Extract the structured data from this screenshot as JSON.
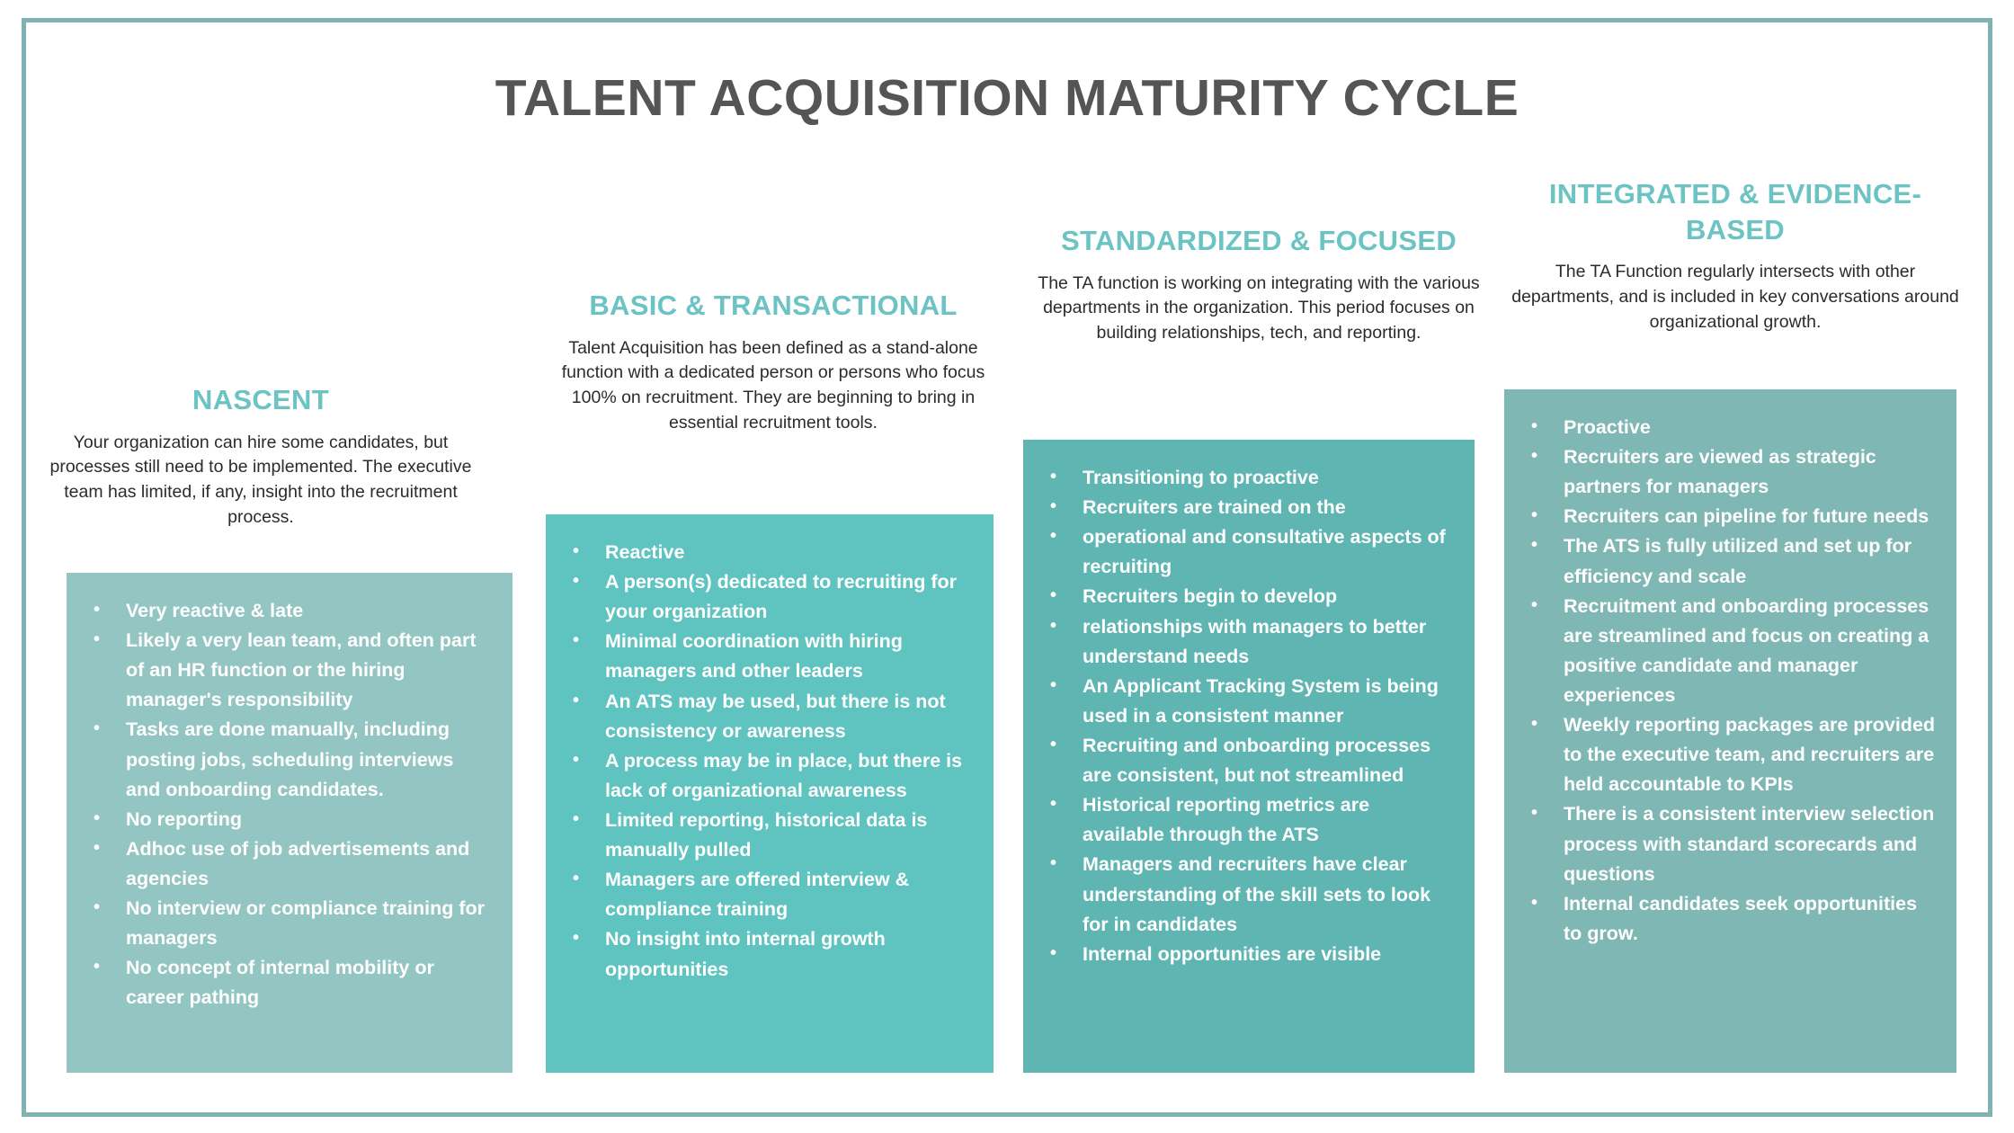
{
  "document": {
    "title": "TALENT ACQUISITION MATURITY CYCLE",
    "accent_heading_color": "#6cc3c3",
    "frame_color": "#7fb3b3",
    "title_color": "#555555"
  },
  "stages": [
    {
      "heading": "NASCENT",
      "description": "Your organization can hire some candidates, but processes still need to be implemented. The executive team has limited, if any, insight into the recruitment process.",
      "box_color": "#93c6c2",
      "bullets": [
        "Very reactive & late",
        "Likely a very lean team, and often part of an HR function or the hiring manager's responsibility",
        "Tasks are done manually, including posting jobs, scheduling interviews and onboarding candidates.",
        "No reporting",
        "Adhoc use of job advertisements and agencies",
        "No interview or compliance training for managers",
        "No concept of internal mobility or career pathing"
      ]
    },
    {
      "heading": "BASIC & TRANSACTIONAL",
      "description": "Talent Acquisition has been defined as a stand-alone function with a dedicated person or persons who focus 100% on recruitment. They are beginning to bring in essential recruitment tools.",
      "box_color": "#5fc3c0",
      "bullets": [
        "Reactive",
        "A person(s) dedicated to recruiting for your organization",
        "Minimal coordination with hiring managers and other leaders",
        "An ATS may be used, but there is not consistency or awareness",
        "A process may be in place, but there is lack of organizational awareness",
        "Limited reporting, historical data is manually pulled",
        "Managers are offered interview & compliance training",
        "No insight into internal growth opportunities"
      ]
    },
    {
      "heading": "STANDARDIZED & FOCUSED",
      "description": "The TA function is working on integrating with the various departments in the organization. This period focuses on building relationships, tech, and reporting.",
      "box_color": "#5fb5b2",
      "bullets": [
        "Transitioning to proactive",
        "Recruiters are trained on the",
        "operational and consultative aspects of recruiting",
        "Recruiters begin to develop",
        "relationships with managers to better understand needs",
        "An Applicant Tracking System is being used in a consistent manner",
        "Recruiting and onboarding processes are consistent, but not streamlined",
        "Historical reporting metrics are available through the ATS",
        "Managers and recruiters have clear understanding of the skill sets to look for in candidates",
        "Internal opportunities are visible"
      ]
    },
    {
      "heading": "INTEGRATED & EVIDENCE-BASED",
      "description": "The TA Function regularly intersects with other departments, and is included in key conversations around organizational growth.",
      "box_color": "#7fb7b4",
      "bullets": [
        "Proactive",
        "Recruiters are viewed as strategic partners for managers",
        "Recruiters can pipeline for future needs",
        "The ATS is fully utilized and set up for efficiency and scale",
        "Recruitment and onboarding processes are streamlined and focus on creating a positive candidate and manager experiences",
        "Weekly reporting packages are provided to the executive team, and recruiters are held accountable to KPIs",
        "There is a consistent interview selection process with standard scorecards and questions",
        "Internal candidates seek opportunities to grow."
      ]
    }
  ]
}
